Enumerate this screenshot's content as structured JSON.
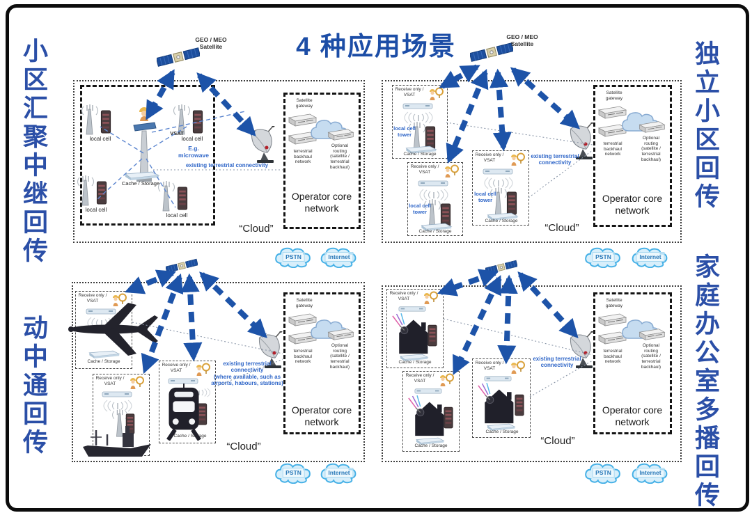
{
  "title": "4 种应用场景",
  "side_labels": {
    "left_top": "小区汇聚中继回传",
    "left_bottom": "动中通回传",
    "right_top": "独立小区回传",
    "right_bottom": "家庭办公室多播回传"
  },
  "shared": {
    "satellite_label": "GEO / MEO\nSatellite",
    "cloud_label": "“Cloud”",
    "pstn": "PSTN",
    "internet": "Internet",
    "receive_only": "Receive only /\nVSAT",
    "cache_storage": "Cache / Storage",
    "core": {
      "gateway": "Satellite\ngateway",
      "terrestrial": "terrestrial\nbackhaul\nnetwork",
      "optional": "Optional\nrouting\n(satellite /\nterrestrial\nbackhaul)",
      "operator": "Operator core\nnetwork"
    }
  },
  "q1": {
    "local_cell": "local cell",
    "vsat": "VSAT",
    "microwave": "E.g.\nmicrowave",
    "connectivity": "existing terrestrial connectivity"
  },
  "q2": {
    "local_cell_tower": "local cell\ntower",
    "connectivity": "existing terrestrial\nconnectivity"
  },
  "q3": {
    "connectivity": "existing terrestrial\nconnectivity\n(where available, such as\nairports, habours, stations)"
  },
  "q4": {
    "connectivity": "existing terrestrial\nconnectivity"
  },
  "colors": {
    "title_blue": "#1c4da6",
    "side_label_blue": "#2b4fa7",
    "arrow_blue": "#1d53a8",
    "link_text_blue": "#2f66c8",
    "cloud_fill": "#d8effb",
    "cloud_stroke": "#45b0e6"
  }
}
